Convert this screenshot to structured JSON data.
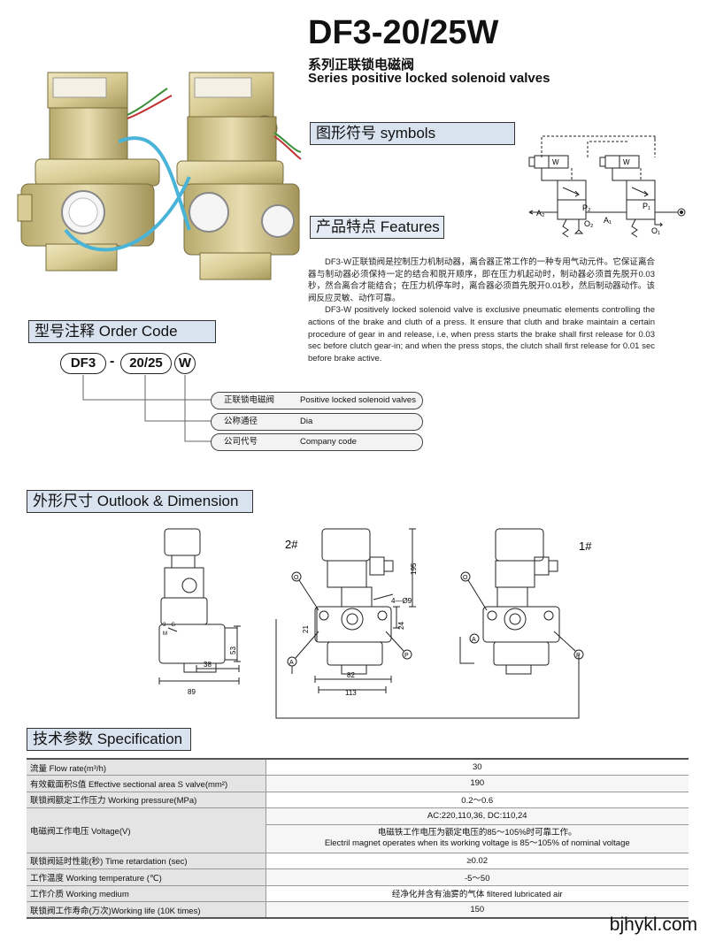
{
  "header": {
    "model": "DF3-20/25W",
    "title_cn": "系列正联锁电磁阀",
    "title_en": "Series positive locked solenoid valves"
  },
  "sections": {
    "symbols": "图形符号 symbols",
    "features": "产品特点 Features",
    "order_code": "型号注释 Order Code",
    "dimension": "外形尺寸 Outlook & Dimension",
    "spec": "技术参数 Specification"
  },
  "features": {
    "cn": "DF3-W正联锁阀是控制压力机制动器，离合器正常工作的一种专用气动元件。它保证离合器与制动器必须保持一定的结合和脱开顺序，即在压力机起动时，制动器必须首先脱开0.03秒，然合离合才能结合；在压力机停车时，离合器必须首先脱开0.01秒，然后制动器动作。该阀反应灵敏、动作可靠。",
    "en": "DF3-W positively locked solenoid valve is exclusive pneumatic elements controlling the actions of the brake and cluth of a press. It ensure that cluth and brake maintain a certain procedure of gear in and release, i.e, when press starts the brake shall first release for 0.03 sec before clutch gear-in; and when the press stops, the clutch shall first release for 0.01 sec before brake active."
  },
  "symbol_labels": {
    "a2": "A₂",
    "p2": "P₂",
    "o2": "O₂",
    "a1": "A₁",
    "p1": "P₁",
    "o1": "O₁",
    "w": "W"
  },
  "order_code": {
    "parts": [
      "DF3",
      "20/25",
      "W"
    ],
    "dash": "-",
    "rows": [
      {
        "cn": "正联锁电磁阀",
        "en": "Positive locked solenoid valves"
      },
      {
        "cn": "公称通径",
        "en": "Dia"
      },
      {
        "cn": "公司代号",
        "en": "Company code"
      }
    ]
  },
  "dimension": {
    "label_2": "2#",
    "label_1": "1#",
    "d195": "195",
    "d4phi9": "4—Ø9",
    "d21": "21",
    "d24": "24",
    "d82": "82",
    "d113": "113",
    "d53": "53",
    "d38": "38",
    "d89": "89",
    "port_o": "O",
    "port_a": "A",
    "port_p": "P",
    "d3g": "3—G",
    "dm": "M"
  },
  "spec": {
    "rows": [
      {
        "label": "流量 Flow rate(m³/h)",
        "value": "30"
      },
      {
        "label": "有效截面积S值 Effective sectional area S valve(mm²)",
        "value": "190"
      },
      {
        "label": "联锁阀额定工作压力 Working pressure(MPa)",
        "value": "0.2～0.6"
      },
      {
        "label": "电磁阀工作电压 Voltage(V)",
        "value": "AC:220,110,36, DC:110,24",
        "value2": "电磁铁工作电压为额定电压的85～105%时可靠工作。",
        "value3": "Electril magnet operates when its working voltage is 85～105% of nominal voltage"
      },
      {
        "label": "联锁阀延时性能(秒) Time retardation (sec)",
        "value": "≥0.02"
      },
      {
        "label": "工作温度 Working temperature (℃)",
        "value": "-5～50"
      },
      {
        "label": "工作介质 Working medium",
        "value": "经净化并含有油雾的气体 filtered lubricated air"
      },
      {
        "label": "联锁阀工作寿命(万次)Working life (10K times)",
        "value": "150"
      }
    ]
  },
  "footer": {
    "watermark": "bjhykl.com"
  }
}
